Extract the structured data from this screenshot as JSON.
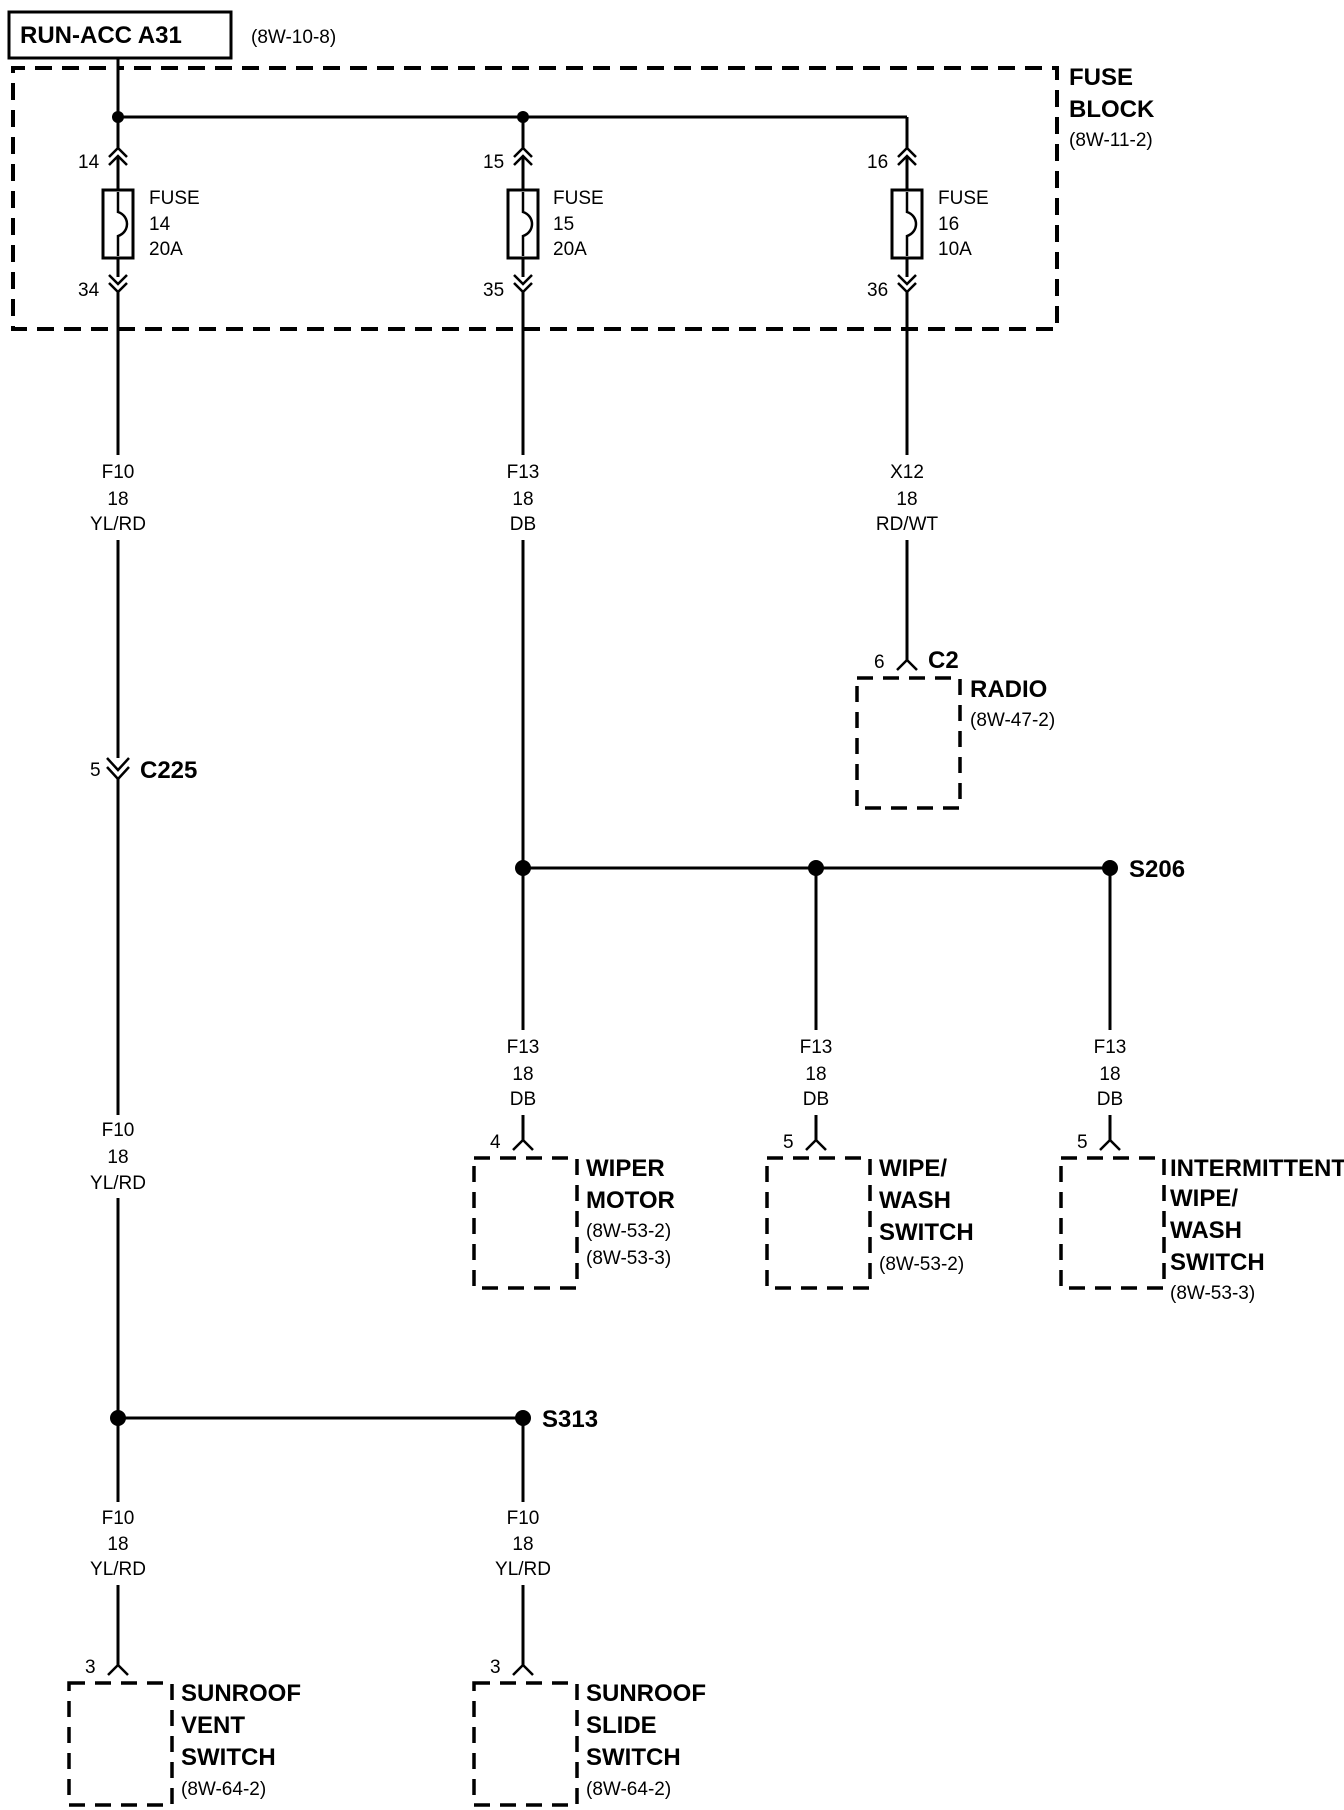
{
  "source": {
    "name": "RUN-ACC A31",
    "ref": "(8W-10-8)"
  },
  "fuse_block": {
    "line1": "FUSE",
    "line2": "BLOCK",
    "ref": "(8W-11-2)"
  },
  "fuses": [
    {
      "in_pin": "14",
      "out_pin": "34",
      "l1": "FUSE",
      "l2": "14",
      "l3": "20A"
    },
    {
      "in_pin": "15",
      "out_pin": "35",
      "l1": "FUSE",
      "l2": "15",
      "l3": "20A"
    },
    {
      "in_pin": "16",
      "out_pin": "36",
      "l1": "FUSE",
      "l2": "16",
      "l3": "10A"
    }
  ],
  "wires": {
    "w_f10_top": {
      "circuit": "F10",
      "gauge": "18",
      "color": "YL/RD"
    },
    "w_f13_top": {
      "circuit": "F13",
      "gauge": "18",
      "color": "DB"
    },
    "w_x12": {
      "circuit": "X12",
      "gauge": "18",
      "color": "RD/WT"
    },
    "w_f10_mid": {
      "circuit": "F10",
      "gauge": "18",
      "color": "YL/RD"
    },
    "w_f13_a": {
      "circuit": "F13",
      "gauge": "18",
      "color": "DB"
    },
    "w_f13_b": {
      "circuit": "F13",
      "gauge": "18",
      "color": "DB"
    },
    "w_f13_c": {
      "circuit": "F13",
      "gauge": "18",
      "color": "DB"
    },
    "w_f10_a": {
      "circuit": "F10",
      "gauge": "18",
      "color": "YL/RD"
    },
    "w_f10_b": {
      "circuit": "F10",
      "gauge": "18",
      "color": "YL/RD"
    }
  },
  "connector_c225": {
    "pin": "5",
    "name": "C225"
  },
  "splices": {
    "s206": "S206",
    "s313": "S313"
  },
  "components": {
    "radio": {
      "pin": "6",
      "connector": "C2",
      "lines": [
        "RADIO"
      ],
      "refs": [
        "(8W-47-2)"
      ]
    },
    "wiper_motor": {
      "pin": "4",
      "lines": [
        "WIPER",
        "MOTOR"
      ],
      "refs": [
        "(8W-53-2)",
        "(8W-53-3)"
      ]
    },
    "wipe_wash": {
      "pin": "5",
      "lines": [
        "WIPE/",
        "WASH",
        "SWITCH"
      ],
      "refs": [
        "(8W-53-2)"
      ]
    },
    "int_wipe_wash": {
      "pin": "5",
      "lines": [
        "INTERMITTENT",
        "WIPE/",
        "WASH",
        "SWITCH"
      ],
      "refs": [
        "(8W-53-3)"
      ]
    },
    "sunroof_vent": {
      "pin": "3",
      "lines": [
        "SUNROOF",
        "VENT",
        "SWITCH"
      ],
      "refs": [
        "(8W-64-2)"
      ]
    },
    "sunroof_slide": {
      "pin": "3",
      "lines": [
        "SUNROOF",
        "SLIDE",
        "SWITCH"
      ],
      "refs": [
        "(8W-64-2)"
      ]
    }
  }
}
